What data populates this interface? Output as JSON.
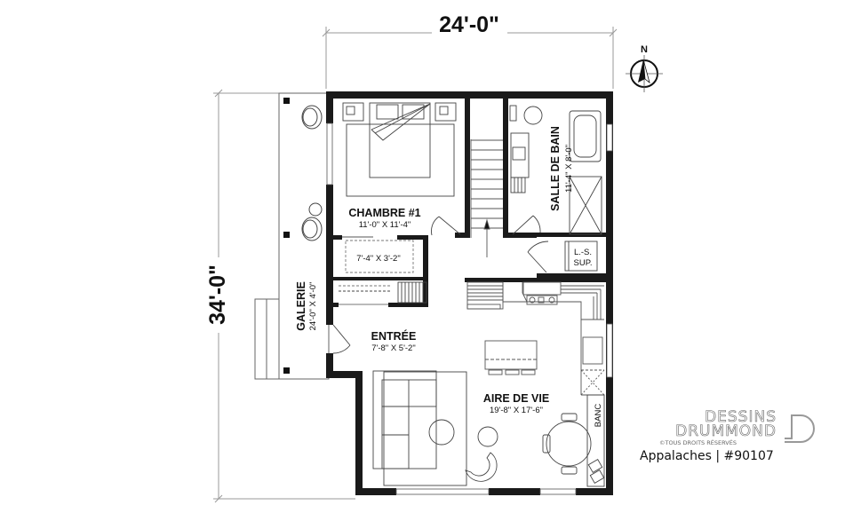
{
  "plan": {
    "dimensions": {
      "width": "24'-0\"",
      "depth": "34'-0\""
    },
    "north_label": "N",
    "rooms": [
      {
        "id": "chambre",
        "name": "CHAMBRE #1",
        "size": "11'-0\" X 11'-4\""
      },
      {
        "id": "walkin",
        "name": "",
        "size": "7'-4\" X 3'-2\""
      },
      {
        "id": "salle_de_bain",
        "name": "SALLE DE BAIN",
        "size": "11'-4\" X 8'-0\""
      },
      {
        "id": "laundry",
        "name": "L.-S.",
        "size": "SUP."
      },
      {
        "id": "galerie",
        "name": "GALERIE",
        "size": "24'-0\" X 4'-0\""
      },
      {
        "id": "entree",
        "name": "ENTRÉE",
        "size": "7'-8\" X 5'-2\""
      },
      {
        "id": "aire_de_vie",
        "name": "AIRE DE VIE",
        "size": "19'-8\" X 17'-6\""
      }
    ],
    "annotations": {
      "bench": "BANC"
    }
  },
  "branding": {
    "line1": "DESSINS",
    "line2": "DRUMMOND",
    "copyright": "©TOUS DROITS RÉSERVÉS",
    "model": "Appalaches | #90107"
  },
  "colors": {
    "wall": "#1a1a1a",
    "line": "#333333",
    "dim_line": "#999999",
    "background": "#ffffff"
  }
}
